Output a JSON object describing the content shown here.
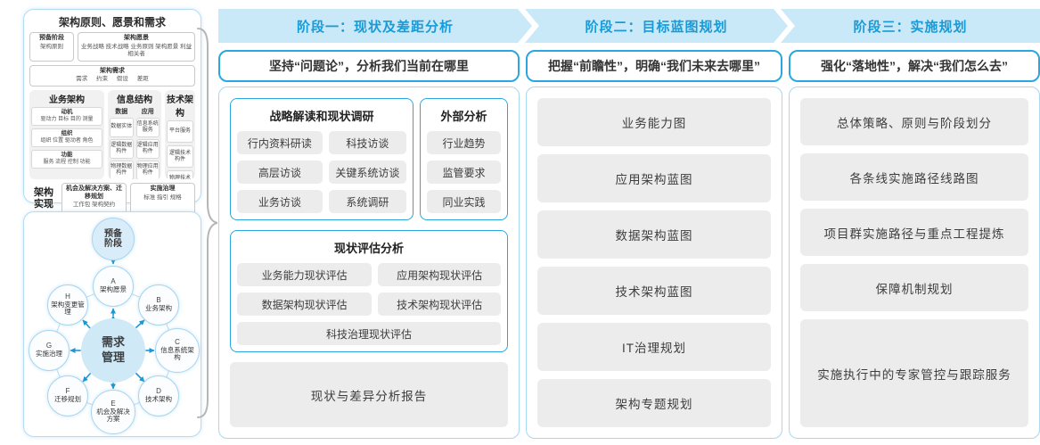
{
  "togaf": {
    "title": "架构原则、愿景和需求",
    "prep": {
      "t": "预备阶段",
      "s": "架构原则"
    },
    "vision": {
      "t": "架构愿景",
      "s": "业务战略 技术战略 业务原则 架构愿景 利益相关者"
    },
    "require": {
      "t": "架构需求",
      "s": "需求 约束 假设 差距"
    },
    "business": {
      "title": "业务架构",
      "items": [
        {
          "t": "动机",
          "s": "驱动力 目标 目的 测量"
        },
        {
          "t": "组织",
          "s": "组织 位置 驱动者 角色"
        },
        {
          "t": "功能",
          "s": "服务 流程 控制 功能"
        }
      ]
    },
    "information": {
      "title": "信息结构",
      "data": {
        "t": "数据",
        "items": [
          "数据实体",
          "逻辑数据构件",
          "物理数据构件"
        ]
      },
      "app": {
        "t": "应用",
        "items": [
          "信息系统服务",
          "逻辑应用构件",
          "物理应用构件"
        ]
      }
    },
    "technology": {
      "title": "技术架构",
      "items": [
        "平台服务",
        "逻辑技术构件",
        "物理技术构件"
      ]
    },
    "realization": {
      "label": "架构实现",
      "opportunity": {
        "t": "机会及解决方案、迁移规划",
        "s": "工作包 架构契约"
      },
      "governance": {
        "t": "实施治理",
        "s": "标准 指引 规格"
      }
    }
  },
  "adm": {
    "prep": "预备阶段",
    "center": "需求管理",
    "nodes": [
      {
        "id": "A",
        "label": "架构愿景"
      },
      {
        "id": "B",
        "label": "业务架构"
      },
      {
        "id": "C",
        "label": "信息系统架构"
      },
      {
        "id": "D",
        "label": "技术架构"
      },
      {
        "id": "E",
        "label": "机会及解决方案"
      },
      {
        "id": "F",
        "label": "迁移规划"
      },
      {
        "id": "G",
        "label": "实施治理"
      },
      {
        "id": "H",
        "label": "架构变更管理"
      }
    ]
  },
  "phases": [
    {
      "header": "阶段一：现状及差距分析",
      "subtitle": "坚持“问题论”，分析我们当前在哪里",
      "research": {
        "title": "战略解读和现状调研",
        "items": [
          "行内资料研读",
          "科技访谈",
          "高层访谈",
          "关键系统访谈",
          "业务访谈",
          "系统调研"
        ]
      },
      "external": {
        "title": "外部分析",
        "items": [
          "行业趋势",
          "监管要求",
          "同业实践"
        ]
      },
      "assessment": {
        "title": "现状评估分析",
        "items": [
          "业务能力现状评估",
          "应用架构现状评估",
          "数据架构现状评估",
          "技术架构现状评估",
          "科技治理现状评估"
        ]
      },
      "report": "现状与差异分析报告"
    },
    {
      "header": "阶段二：目标蓝图规划",
      "subtitle": "把握“前瞻性”，明确“我们未来去哪里”",
      "items": [
        "业务能力图",
        "应用架构蓝图",
        "数据架构蓝图",
        "技术架构蓝图",
        "IT治理规划",
        "架构专题规划"
      ]
    },
    {
      "header": "阶段三：实施规划",
      "subtitle": "强化“落地性”，解决“我们怎么去”",
      "items": [
        "总体策略、原则与阶段划分",
        "各条线实施路径线路图",
        "项目群实施路径与重点工程提炼",
        "保障机制规划",
        "实施执行中的专家管控与跟踪服务"
      ]
    }
  ],
  "colors": {
    "band_bg": "#c9e8f8",
    "band_text": "#189bd7",
    "accent": "#2aa7e0",
    "panel_border": "#a6d8f0",
    "item_bg": "#ececec",
    "arrow": "#1a98d5"
  }
}
